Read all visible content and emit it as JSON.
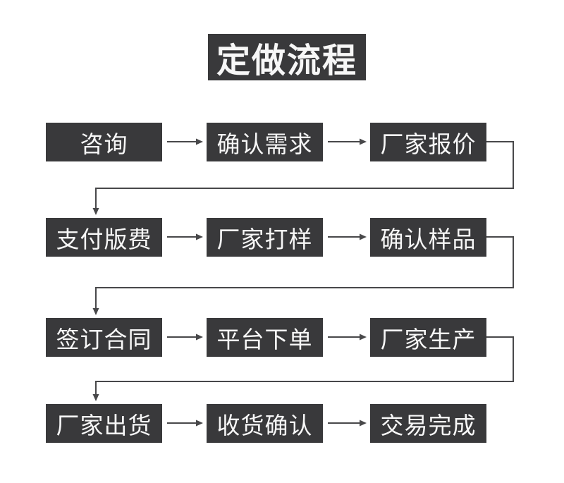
{
  "title": "定做流程",
  "colors": {
    "box_bg": "#39393b",
    "box_text": "#f7f7f7",
    "line": "#48484a",
    "background": "#ffffff"
  },
  "flow": {
    "rows": [
      {
        "steps": [
          "咨询",
          "确认需求",
          "厂家报价"
        ]
      },
      {
        "steps": [
          "支付版费",
          "厂家打样",
          "确认样品"
        ]
      },
      {
        "steps": [
          "签订合同",
          "平台下单",
          "厂家生产"
        ]
      },
      {
        "steps": [
          "厂家出货",
          "收货确认",
          "交易完成"
        ]
      }
    ]
  }
}
